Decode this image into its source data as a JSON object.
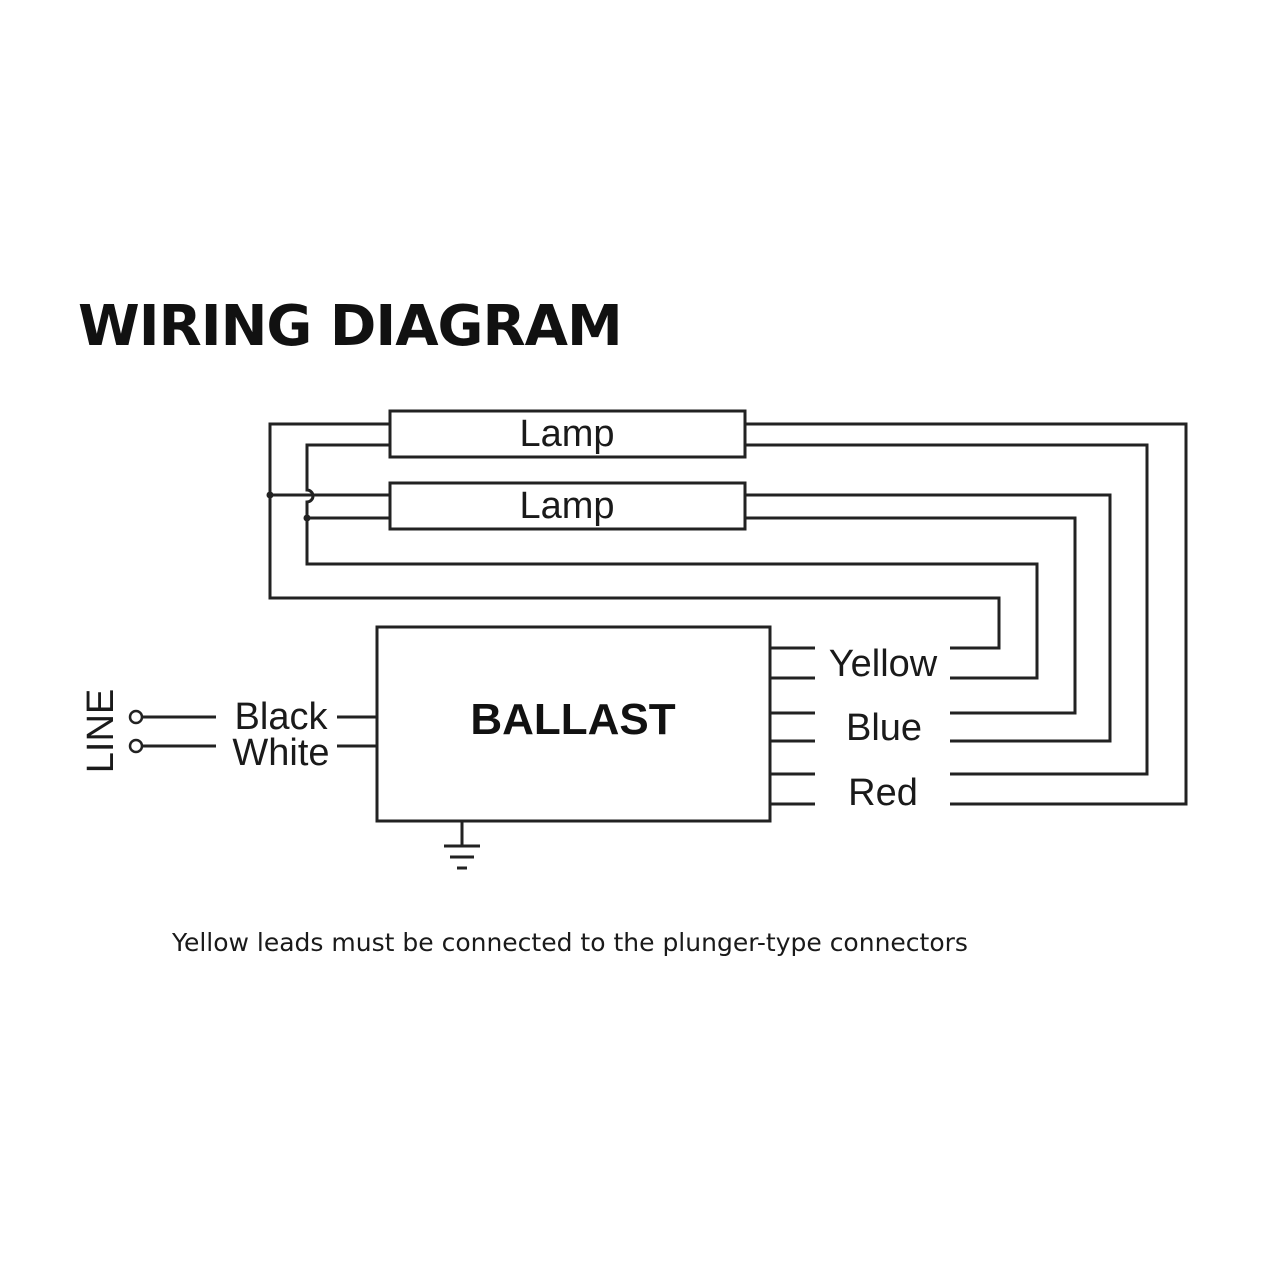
{
  "title": "WIRING DIAGRAM",
  "lamps": [
    {
      "label": "Lamp"
    },
    {
      "label": "Lamp"
    }
  ],
  "ballast": {
    "label": "BALLAST"
  },
  "line": {
    "label": "LINE",
    "inputs": [
      {
        "label": "Black"
      },
      {
        "label": "White"
      }
    ]
  },
  "outputs": [
    {
      "label": "Yellow",
      "leads": 2
    },
    {
      "label": "Blue",
      "leads": 2
    },
    {
      "label": "Red",
      "leads": 2
    }
  ],
  "note": "Yellow leads must be connected to the plunger-type connectors"
}
